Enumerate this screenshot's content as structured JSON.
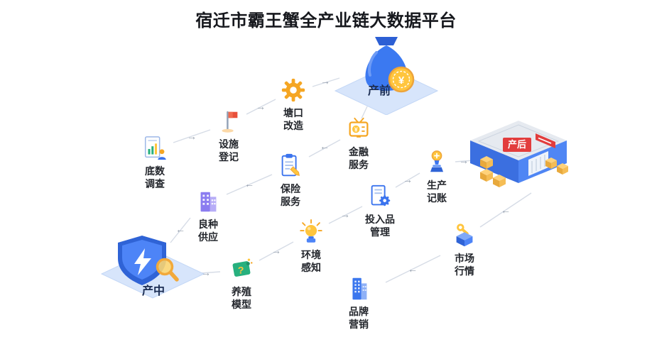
{
  "title": "宿迁市霸王蟹全产业链大数据平台",
  "stages": {
    "pre": {
      "label": "产前"
    },
    "mid": {
      "label": "产中"
    },
    "post": {
      "label": "产后"
    }
  },
  "nodes": {
    "survey": {
      "line1": "底数",
      "line2": "调查"
    },
    "facility": {
      "line1": "设施",
      "line2": "登记"
    },
    "pond": {
      "line1": "塘口",
      "line2": "改造"
    },
    "finance": {
      "line1": "金融",
      "line2": "服务"
    },
    "insurance": {
      "line1": "保险",
      "line2": "服务"
    },
    "seed": {
      "line1": "良种",
      "line2": "供应"
    },
    "breeding": {
      "line1": "养殖",
      "line2": "模型"
    },
    "environment": {
      "line1": "环境",
      "line2": "感知"
    },
    "input": {
      "line1": "投入品",
      "line2": "管理"
    },
    "accounting": {
      "line1": "生产",
      "line2": "记账"
    },
    "market": {
      "line1": "市场",
      "line2": "行情"
    },
    "brand": {
      "line1": "品牌",
      "line2": "营销"
    }
  },
  "flow_order": [
    "底数调查",
    "设施登记",
    "塘口改造",
    "产前",
    "金融服务",
    "保险服务",
    "良种供应",
    "产中",
    "养殖模型",
    "环境感知",
    "投入品管理",
    "生产记账",
    "产后",
    "市场行情",
    "品牌营销"
  ],
  "arrows": {
    "right": "→",
    "left": "←"
  },
  "symbols": {
    "yuan": "¥",
    "question": "?"
  },
  "colors": {
    "primary_blue": "#3b79f1",
    "accent_orange": "#f5a623",
    "accent_yellow": "#ffc53d",
    "accent_green": "#27b07e",
    "accent_purple": "#8b7cf0",
    "accent_red": "#e23d3d",
    "platform_blue": "#d7e5fb",
    "connector_gray": "#d6dce6",
    "label_text": "#23262c"
  }
}
